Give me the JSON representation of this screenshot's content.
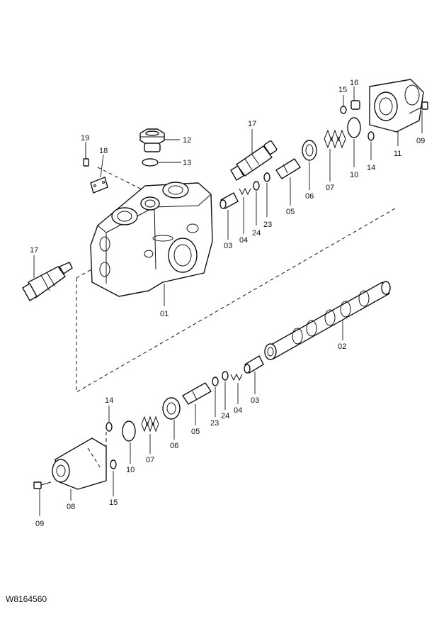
{
  "labels": {
    "l01": "01",
    "l02": "02",
    "l03a": "03",
    "l03b": "03",
    "l04a": "04",
    "l04b": "04",
    "l05a": "05",
    "l05b": "05",
    "l06a": "06",
    "l06b": "06",
    "l07a": "07",
    "l07b": "07",
    "l08": "08",
    "l09a": "09",
    "l09b": "09",
    "l10a": "10",
    "l10b": "10",
    "l11": "11",
    "l12": "12",
    "l13": "13",
    "l14a": "14",
    "l14b": "14",
    "l15a": "15",
    "l15b": "15",
    "l16": "16",
    "l17a": "17",
    "l17b": "17",
    "l18": "18",
    "l19": "19",
    "l23a": "23",
    "l23b": "23",
    "l24a": "24",
    "l24b": "24"
  },
  "drawing_code": "W8164560"
}
